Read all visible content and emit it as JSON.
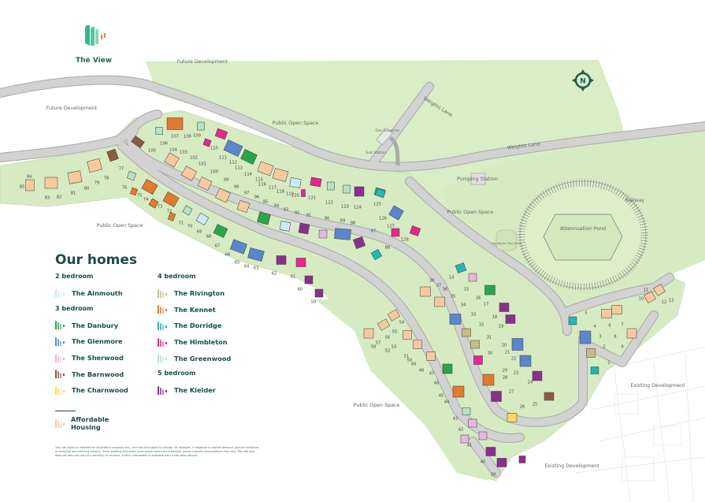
{
  "brand": {
    "name": "The View",
    "colors": {
      "primary": "#3bb38a",
      "accent": "#f07a55",
      "text": "#1f6b5c"
    }
  },
  "map_labels": {
    "future_dev_top": "Future Development",
    "future_dev_left": "Future Development",
    "open_space_top": "Public Open Space",
    "gas_governor": "Gas Governor",
    "sub_station": "Sub Station",
    "weights_lane_1": "Weights Lane",
    "weights_lane_2": "Weights Lane",
    "pumping_station": "Pumping Station",
    "open_space_mid": "Public Open Space",
    "attenuation_pond": "Attennuation Pond",
    "railway": "Railway",
    "play_area": "Equipped Play Area",
    "open_space_left": "Public Open Space",
    "open_space_bottom": "Public Open Space",
    "existing_dev_right": "Existing Development",
    "existing_dev_bottom": "Existing Development"
  },
  "compass": {
    "letter": "N"
  },
  "legend": {
    "title": "Our homes",
    "sections": {
      "b2": "2 bedroom",
      "b3": "3 bedroom",
      "b4": "4 bedroom",
      "b5": "5 bedroom"
    },
    "types": {
      "alnmouth": {
        "label": "The Alnmouth",
        "color": "#cde8f8"
      },
      "danbury": {
        "label": "The Danbury",
        "color": "#2ba44b"
      },
      "glenmore": {
        "label": "The Glenmore",
        "color": "#5b86cb"
      },
      "sherwood": {
        "label": "The Sherwood",
        "color": "#e6b8de"
      },
      "barnwood": {
        "label": "The Barnwood",
        "color": "#8d5a45"
      },
      "charnwood": {
        "label": "The Charnwood",
        "color": "#f8dc5a"
      },
      "rivington": {
        "label": "The Rivington",
        "color": "#c8bc86"
      },
      "kennet": {
        "label": "The Kennet",
        "color": "#e27a30"
      },
      "dorridge": {
        "label": "The Dorridge",
        "color": "#25b5b3"
      },
      "himbleton": {
        "label": "The Himbleton",
        "color": "#e6268b"
      },
      "greenwood": {
        "label": "The Greenwood",
        "color": "#b8e1c5"
      },
      "kielder": {
        "label": "The Kielder",
        "color": "#8b2f8f"
      },
      "affordable": {
        "label": "Affordable Housing",
        "color": "#f5caa0"
      }
    }
  },
  "plots": [
    "1",
    "2",
    "3",
    "4",
    "5",
    "6",
    "7",
    "8",
    "9",
    "10",
    "11",
    "12",
    "13",
    "14",
    "15",
    "16",
    "17",
    "18",
    "19",
    "20",
    "21",
    "22",
    "23",
    "24",
    "25",
    "26",
    "27",
    "28",
    "29",
    "30",
    "31",
    "32",
    "33",
    "34",
    "35",
    "36",
    "37",
    "38",
    "39",
    "40",
    "41",
    "42",
    "43",
    "44",
    "45",
    "46",
    "47",
    "48",
    "49",
    "50",
    "51",
    "52",
    "53",
    "54",
    "55",
    "56",
    "57",
    "58",
    "59",
    "60",
    "61",
    "62",
    "63",
    "64",
    "65",
    "66",
    "67",
    "68",
    "69",
    "70",
    "71",
    "72",
    "73",
    "74",
    "75",
    "76",
    "77",
    "78",
    "79",
    "80",
    "81",
    "82",
    "83",
    "84",
    "85",
    "86",
    "87",
    "88",
    "89",
    "90",
    "91",
    "92",
    "93",
    "94",
    "95",
    "96",
    "97",
    "98",
    "99",
    "100",
    "101",
    "102",
    "103",
    "104",
    "105",
    "106",
    "107",
    "108",
    "109",
    "110",
    "111",
    "112",
    "113",
    "114",
    "115",
    "116",
    "117",
    "118",
    "119",
    "120",
    "121",
    "122",
    "123",
    "124",
    "125",
    "126",
    "127",
    "128"
  ],
  "disclaimer": "This site layout is intended for illustrative purposes only, and may be subject to change, for example, in response to market demand, ground conditions or technical and planning reasons. Trees, planting and public open space shown are indicative, actual numbers and positions may vary. This site plan does not form any part of a warranty or contract. Further information is available from a site sales advisor."
}
